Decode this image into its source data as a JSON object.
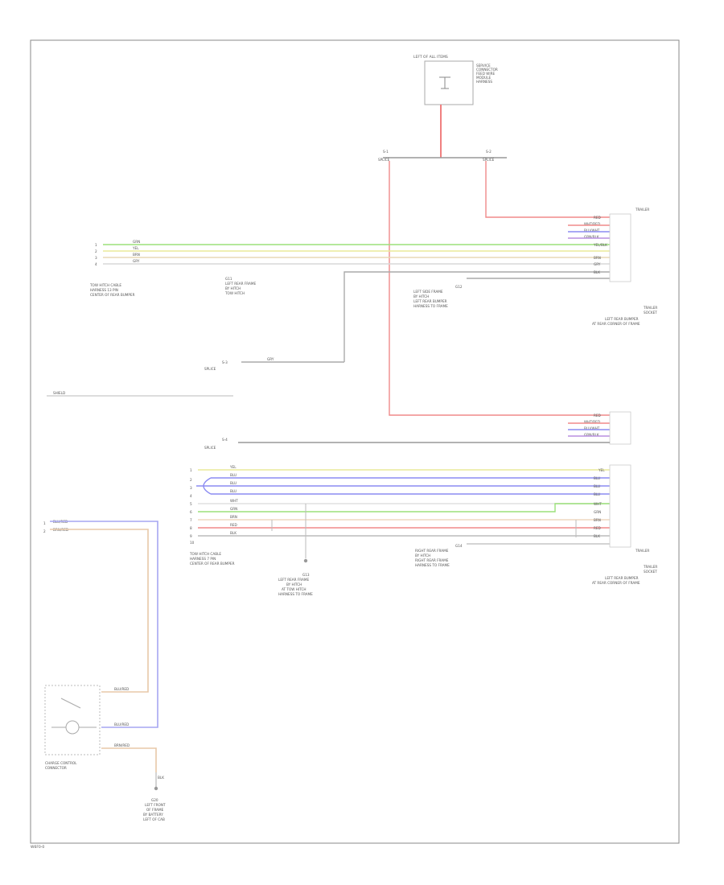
{
  "footer_code": "W6F0-0",
  "top_device": {
    "header": "LEFT OF ALL ITEMS",
    "lines": [
      "SERVICE",
      "CONNECTOR",
      "FEED WIRE",
      "MODULE",
      "HARNESS"
    ]
  },
  "splices_top": [
    {
      "id": "S-1",
      "label": "SPLICE"
    },
    {
      "id": "S-2",
      "label": "SPLICE"
    }
  ],
  "splice_mid": {
    "id": "S-3",
    "label": "SPLICE"
  },
  "splice_low": {
    "id": "S-4",
    "label": "SPLICE"
  },
  "connector_top_left": {
    "pins": [
      "1",
      "2",
      "3",
      "4"
    ],
    "wires": [
      "GRN",
      "YEL",
      "BRN",
      "GRY"
    ]
  },
  "connector_top_left_label": [
    "TOW HITCH CABLE",
    "HARNESS 13 PIN",
    "CENTER OF REAR BUMPER"
  ],
  "ground_left_label": [
    "G11",
    "LEFT REAR FRAME",
    "BY HITCH",
    "TOW HITCH"
  ],
  "ground_mid_label": [
    "G12",
    "LEFT SIDE FRAME",
    "BY HITCH",
    "LEFT REAR BUMPER",
    "HARNESS TO FRAME"
  ],
  "trailer_top_label": [
    "TRAILER",
    "SOCKET",
    "LEFT REAR BUMPER",
    "AT REAR CORNER OF FRAME"
  ],
  "side_note": "SHIELD",
  "gray_wire_label": "GRY",
  "connector_low": {
    "pins": [
      "1",
      "2",
      "3",
      "4",
      "5",
      "6",
      "7",
      "8",
      "9",
      "10"
    ],
    "wires": [
      "YEL",
      "BLU",
      "BLU",
      "BLU",
      "WHT",
      "GRN",
      "BRN",
      "RED",
      "BLK"
    ]
  },
  "connector_low_label": [
    "TOW HITCH CABLE",
    "HARNESS 7 PIN",
    "CENTER OF REAR BUMPER"
  ],
  "ground_low_label": [
    "G13",
    "LEFT REAR FRAME",
    "BY HITCH",
    "AT TOW HITCH",
    "HARNESS TO FRAME"
  ],
  "ground_low2_label": [
    "G14",
    "RIGHT REAR FRAME",
    "BY HITCH",
    "RIGHT REAR FRAME",
    "HARNESS TO FRAME"
  ],
  "trailer_low_label": [
    "TRAILER",
    "SOCKET",
    "LEFT REAR BUMPER",
    "AT REAR CORNER OF FRAME"
  ],
  "trailer_low_note": "TRAILER",
  "right_wire_labels_top": [
    "RED",
    "WHT/RED",
    "BLU/WHT",
    "GRN/BLK",
    "YEL/BLK",
    "BRN",
    "GRY",
    "BLK"
  ],
  "right_wire_labels_low": [
    "RED",
    "WHT/RED",
    "BLU/WHT",
    "GRN/BLK",
    "YEL",
    "BLU",
    "BLU",
    "BLU",
    "WHT",
    "GRN",
    "BRN",
    "RED",
    "BLK"
  ],
  "brake_left": {
    "pins": [
      "1",
      "2"
    ],
    "wires": [
      "BLU/RED",
      "BRN/RED"
    ]
  },
  "brake_switch_label": [
    "CHARGE CONTROL",
    "CONNECTOR"
  ],
  "brake_wires": [
    "BLU/RED",
    "BLU/RED",
    "BRN/RED"
  ],
  "ground_bottom_label": [
    "G20",
    "LEFT FRONT",
    "OF FRAME",
    "BY BATTERY",
    "LEFT OF CAB"
  ],
  "blk_label": "BLK",
  "top_right_note": "TRAILER"
}
